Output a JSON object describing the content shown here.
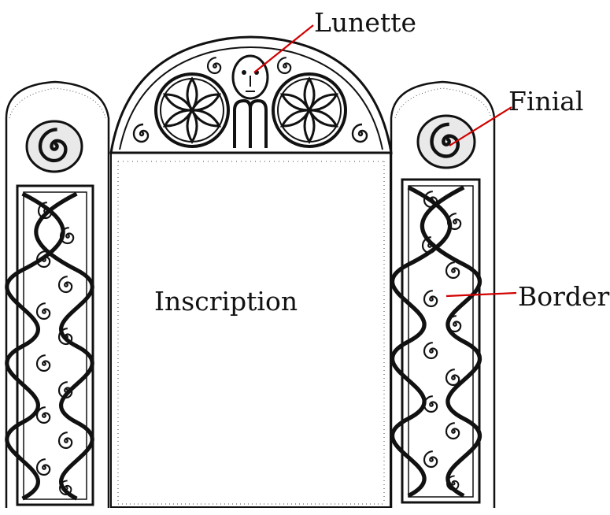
{
  "labels": {
    "lunette": "Lunette",
    "finial": "Finial",
    "border": "Border",
    "inscription": "Inscription"
  },
  "colors": {
    "line": "#111111",
    "leader": "#d10000",
    "background": "#ffffff",
    "stipple": "#333333"
  },
  "icons": {
    "rosette": "six-petal-rosette-icon",
    "face": "face-icon",
    "spiral": "spiral-icon"
  }
}
